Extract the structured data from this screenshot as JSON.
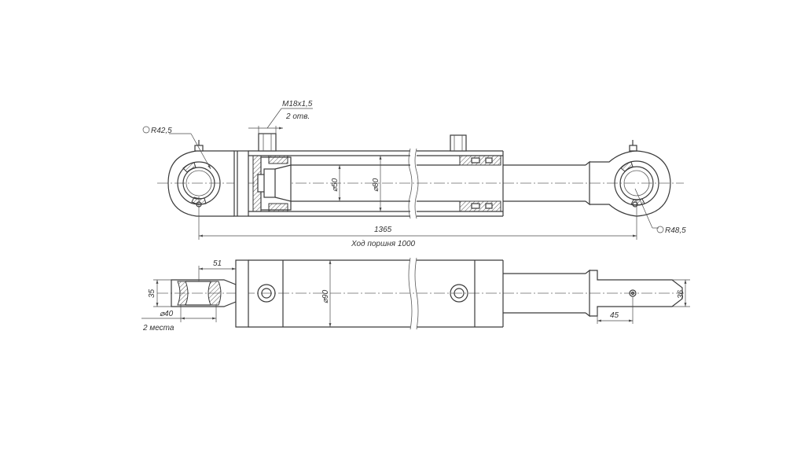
{
  "labels": {
    "port_thread": "M18x1,5",
    "port_count": "2 отв.",
    "radius_left": "R42,5",
    "radius_right": "R48,5",
    "bore_rod": "⌀50",
    "bore_cyl": "⌀80",
    "total_length": "1365",
    "stroke": "Ход поршня 1000",
    "width_51": "51",
    "height_35": "35",
    "pin_dia": "⌀40",
    "pin_places": "2 места",
    "body_dia": "⌀90",
    "width_45": "45",
    "height_36": "36"
  },
  "colors": {
    "line": "#3a3a3a",
    "background": "#ffffff"
  }
}
